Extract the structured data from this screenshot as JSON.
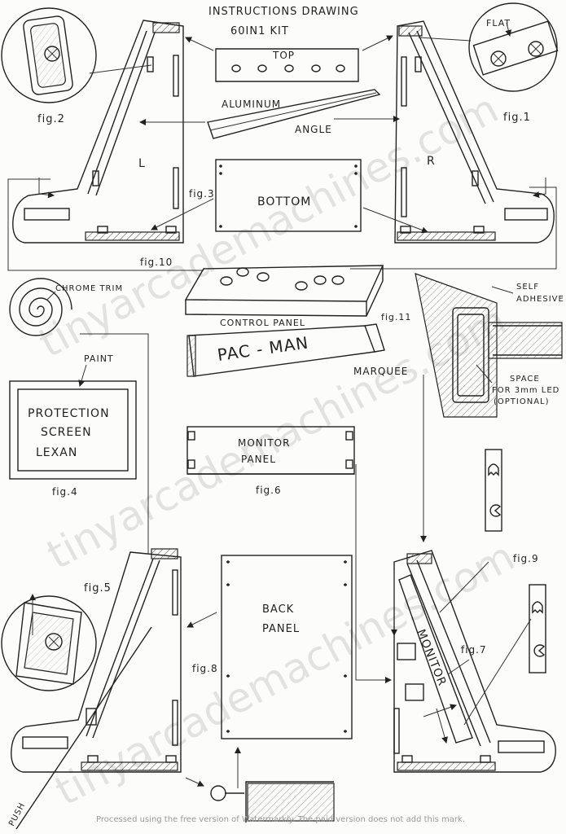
{
  "title": {
    "line1": "INSTRUCTIONS DRAWING",
    "line2": "60IN1 KIT"
  },
  "labels": {
    "top": "TOP",
    "aluminum": "ALUMINUM",
    "angle": "ANGLE",
    "bottom": "BOTTOM",
    "left": "L",
    "right": "R",
    "flat": "FLAT",
    "chrome_trim": "CHROME TRIM",
    "control_panel": "CONTROL PANEL",
    "self": "SELF",
    "adhesive": "ADHESIVE",
    "pacman": "PAC - MAN",
    "marquee": "MARQUEE",
    "space1": "SPACE",
    "space2": "FOR 3mm LED",
    "space3": "(OPTIONAL)",
    "paint": "PAINT",
    "protection1": "PROTECTION",
    "protection2": "SCREEN",
    "protection3": "LEXAN",
    "monitor_panel1": "MONITOR",
    "monitor_panel2": "PANEL",
    "back_panel1": "BACK",
    "back_panel2": "PANEL",
    "monitor": "MONITOR",
    "push": "PUSH"
  },
  "figures": {
    "fig1": "fig.1",
    "fig2": "fig.2",
    "fig3": "fig.3",
    "fig4": "fig.4",
    "fig5": "fig.5",
    "fig6": "fig.6",
    "fig7": "fig.7",
    "fig8": "fig.8",
    "fig9": "fig.9",
    "fig10": "fig.10",
    "fig11": "fig.11"
  },
  "watermark": {
    "text": "tinyarcademachines.com"
  },
  "footer": {
    "text": "Processed using the free version of Watermarkly. The paid version does not add this mark."
  }
}
